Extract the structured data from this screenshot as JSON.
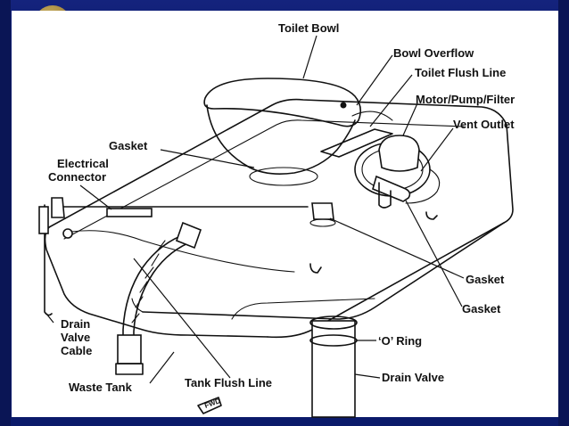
{
  "diagram": {
    "labels": {
      "toilet_bowl": "Toilet Bowl",
      "bowl_overflow": "Bowl Overflow",
      "toilet_flush_line": "Toilet Flush Line",
      "motor_pump_filter": "Motor/Pump/Filter",
      "vent_outlet": "Vent Outlet",
      "gasket_top": "Gasket",
      "electrical_connector_1": "Electrical",
      "electrical_connector_2": "Connector",
      "gasket_right_1": "Gasket",
      "gasket_right_2": "Gasket",
      "drain_valve_cable_1": "Drain",
      "drain_valve_cable_2": "Valve",
      "drain_valve_cable_3": "Cable",
      "o_ring": "‘O’ Ring",
      "waste_tank": "Waste Tank",
      "tank_flush_line": "Tank Flush Line",
      "drain_valve": "Drain Valve",
      "fwd": "FWD"
    }
  }
}
